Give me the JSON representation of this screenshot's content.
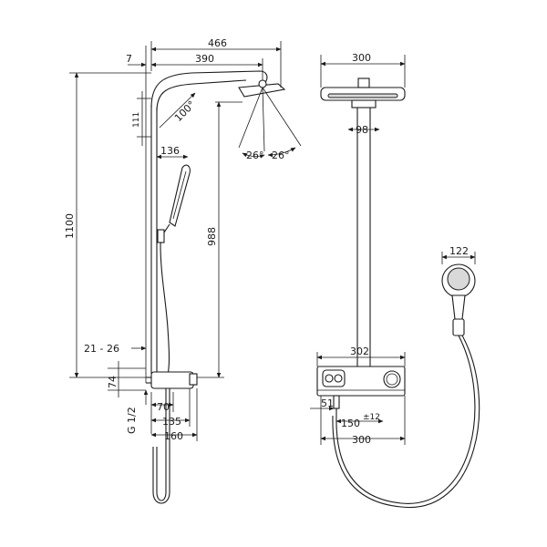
{
  "side_view": {
    "dims": {
      "overall_width": "466",
      "arm_reach": "390",
      "wall_offset": "7",
      "head_height": "111",
      "head_angle": "100°",
      "spray_angle_left": "26°",
      "spray_angle_right": "26°",
      "hand_shower_width": "136",
      "total_height": "1100",
      "rail_height": "988",
      "wall_distance": "21 - 26",
      "base_height": "74",
      "connection": "G 1/2",
      "dim_70": "70",
      "dim_135": "135",
      "dim_160": "160"
    }
  },
  "front_view": {
    "dims": {
      "head_width": "300",
      "pipe_diameter": "98",
      "hand_width": "122",
      "thermostat_width": "302",
      "inlet_51": "51",
      "inlet_centers": "150",
      "inlet_tolerance": "±12",
      "bottom_width": "300"
    }
  }
}
